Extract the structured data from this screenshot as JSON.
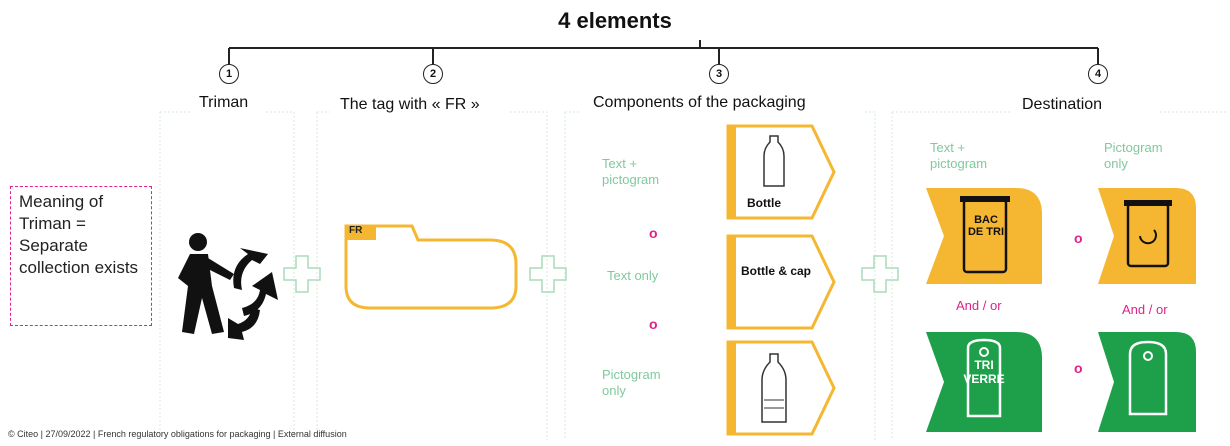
{
  "title": "4 elements",
  "sections": [
    {
      "number": "1",
      "label": "Triman"
    },
    {
      "number": "2",
      "label": "The tag with « FR »"
    },
    {
      "number": "3",
      "label": "Components of the packaging"
    },
    {
      "number": "4",
      "label": "Destination"
    }
  ],
  "meaning_box": "Meaning of Triman = Separate collection exists",
  "fr_tag": "FR",
  "components": {
    "text_pictogram_label": "Text + pictogram",
    "text_only_label": "Text only",
    "pictogram_only_label": "Pictogram only",
    "or_marks": [
      "o",
      "o"
    ],
    "bottle_label": "Bottle",
    "bottle_cap_label": "Bottle & cap"
  },
  "destination": {
    "text_pictogram_label": "Text + pictogram",
    "pictogram_only_label": "Pictogram only",
    "bac_de_tri": "BAC DE TRI",
    "tri_verre": "TRI VERRE",
    "or_marks": [
      "o",
      "o"
    ],
    "and_or_labels": [
      "And / or",
      "And / or"
    ]
  },
  "footer": "Citeo | 27/09/2022 | French regulatory obligations for packaging |  External diffusion",
  "colors": {
    "yellow": "#f5b731",
    "green": "#1ea04a",
    "pink": "#e0218a",
    "light_green": "#7fc99b"
  }
}
